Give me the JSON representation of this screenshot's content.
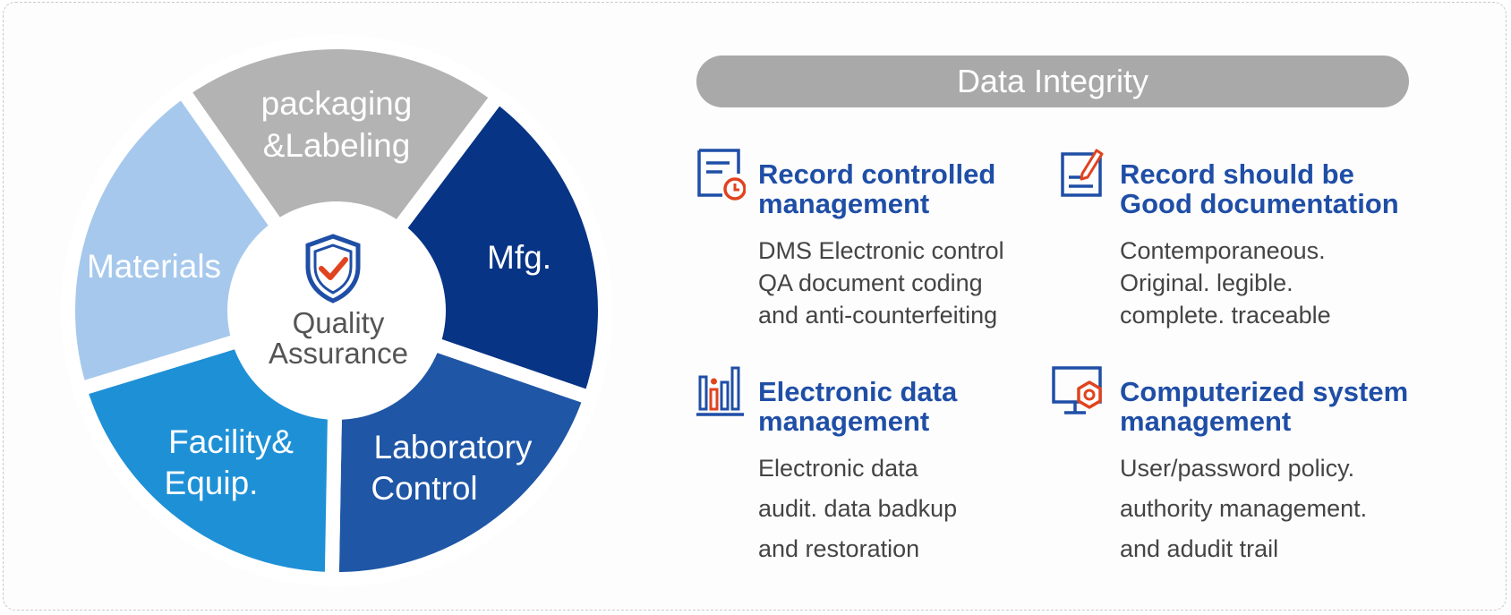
{
  "wheel": {
    "center_line1": "Quality",
    "center_line2": "Assurance",
    "segments": [
      {
        "line1": "packaging",
        "line2": "&Labeling",
        "color": "#b3b3b3"
      },
      {
        "line1": "Mfg.",
        "line2": "",
        "color": "#073485"
      },
      {
        "line1": "Laboratory",
        "line2": "Control",
        "color": "#1f56a6"
      },
      {
        "line1": "Facility&",
        "line2": "Equip.",
        "color": "#1e90d6"
      },
      {
        "line1": "Materials",
        "line2": "",
        "color": "#a6c8ec"
      }
    ]
  },
  "banner": {
    "title": "Data Integrity"
  },
  "blocks": [
    {
      "icon": "document-clock-icon",
      "title1": "Record controlled",
      "title2": "management",
      "lines": [
        "DMS Electronic control",
        "QA document coding",
        "and anti-counterfeiting"
      ]
    },
    {
      "icon": "document-pen-icon",
      "title1": "Record should be",
      "title2": "Good documentation",
      "lines": [
        "Contemporaneous.",
        "Original. legible.",
        "complete. traceable"
      ]
    },
    {
      "icon": "bar-chart-icon",
      "title1": "Electronic data",
      "title2": "management",
      "lines": [
        "Electronic data",
        "audit. data badkup",
        "and restoration"
      ]
    },
    {
      "icon": "monitor-gear-icon",
      "title1": "Computerized system",
      "title2": "management",
      "lines": [
        "User/password policy.",
        "authority management.",
        "and adudit trail"
      ]
    }
  ],
  "colors": {
    "title_blue": "#1f4ea6",
    "accent_red": "#e0431f",
    "banner_gray": "#a9a9a9"
  }
}
